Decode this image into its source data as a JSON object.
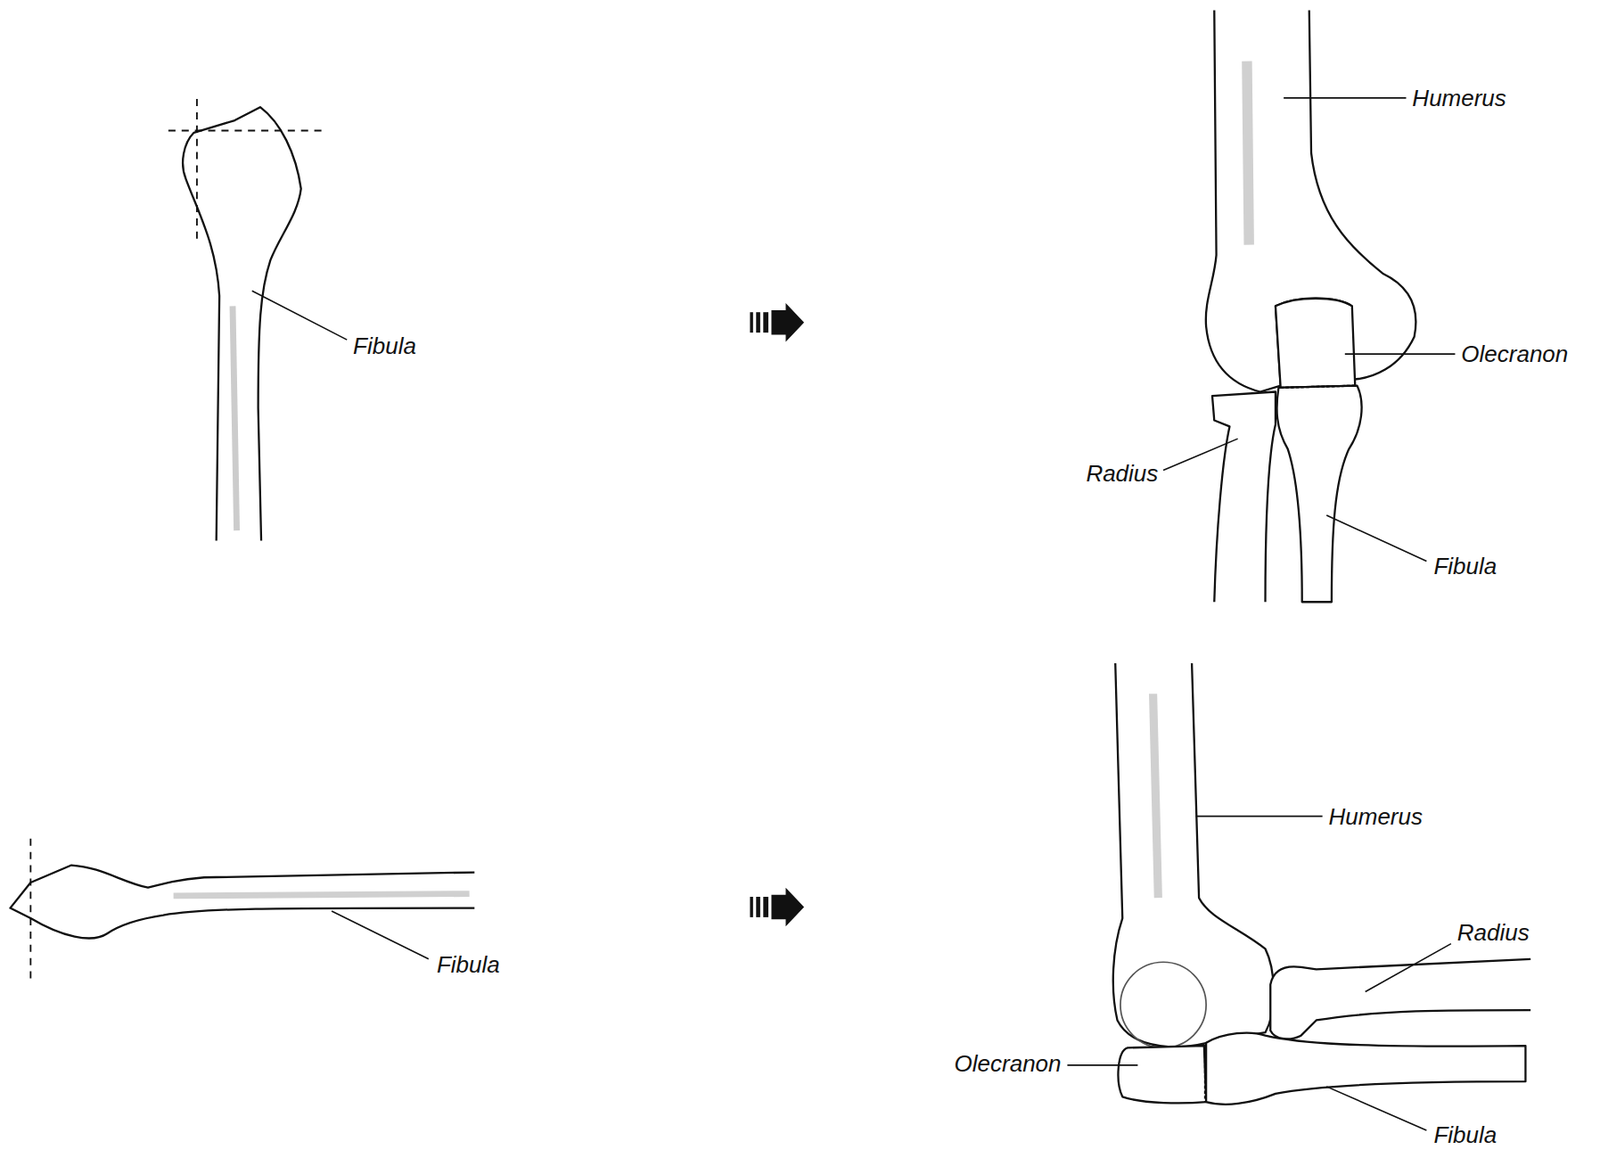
{
  "diagram": {
    "labels": [
      "Fibula",
      "Humerus",
      "Olecranon",
      "Radius",
      "Fibula",
      "Fibula",
      "Humerus",
      "Radius",
      "Olecranon",
      "Fibula"
    ]
  }
}
